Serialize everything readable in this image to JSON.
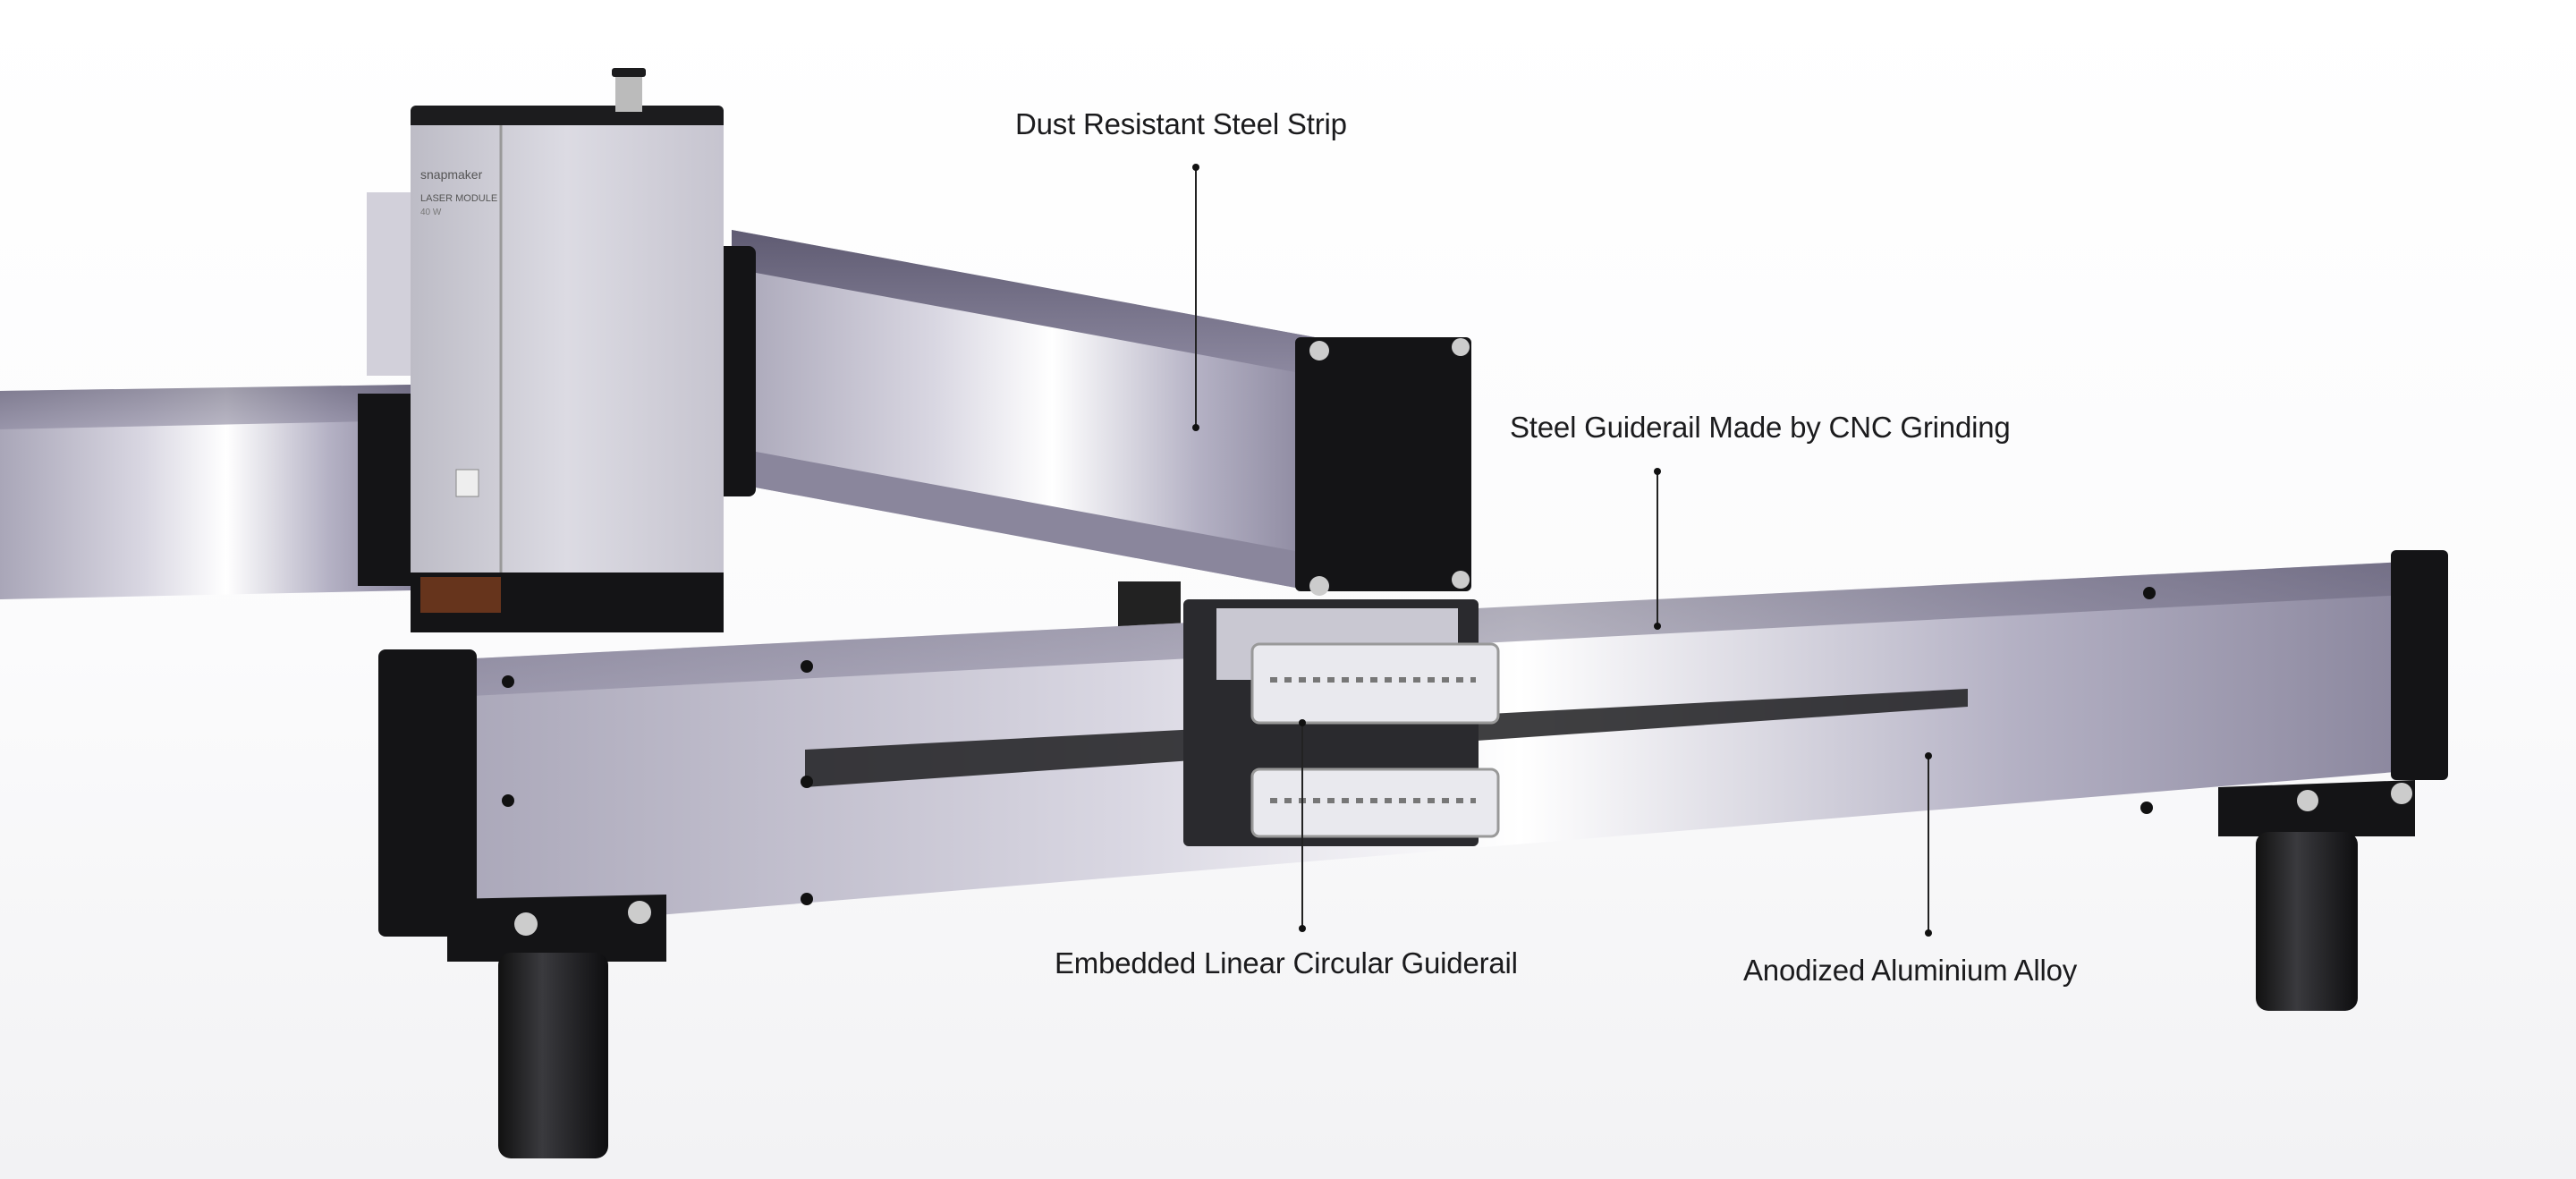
{
  "product_branding": {
    "logo": "snapmaker",
    "module_name": "LASER MODULE",
    "module_power": "40 W"
  },
  "callouts": [
    {
      "label": "Dust Resistant Steel Strip"
    },
    {
      "label": "Steel Guiderail Made by CNC Grinding"
    },
    {
      "label": "Embedded Linear Circular Guiderail"
    },
    {
      "label": "Anodized Aluminium Alloy"
    }
  ],
  "colors": {
    "aluminium_light": "#e4e2ec",
    "aluminium_dark": "#6e6a80",
    "end_cap": "#141416",
    "text": "#1b1b1d"
  }
}
